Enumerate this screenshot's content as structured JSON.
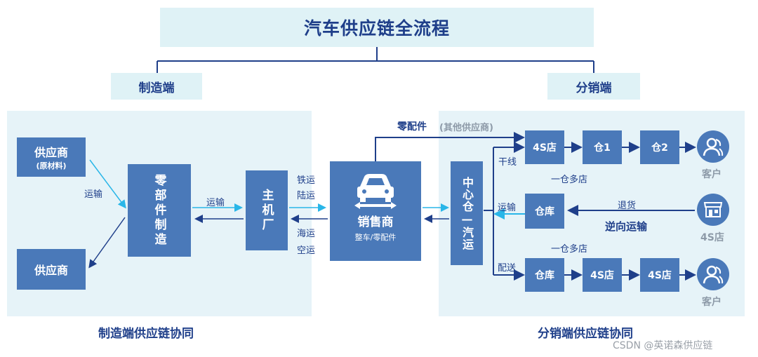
{
  "title": "汽车供应链全流程",
  "headers": {
    "manufacturing": "制造端",
    "distribution": "分销端"
  },
  "footers": {
    "manufacturing": "制造端供应链协同",
    "distribution": "分销端供应链协同"
  },
  "left": {
    "supplier1": {
      "name": "供应商",
      "sub": "(原材料)"
    },
    "supplier2": "供应商",
    "parts_mfg": "零部件制造",
    "oem": "主机厂",
    "transport1": "运输",
    "transport2": "运输",
    "modes": [
      "铁运",
      "陆运",
      "海运",
      "空运"
    ]
  },
  "seller": {
    "name": "销售商",
    "sub": "整车/零配件"
  },
  "parts_line": {
    "label": "零配件",
    "note": "(其他供应商)"
  },
  "center_wh": "中心仓—汽运",
  "right": {
    "mainline": "干线",
    "transport": "运输",
    "delivery": "配送",
    "one_to_many_1": "一仓多店",
    "one_to_many_2": "一仓多店",
    "return_label": "退货",
    "reverse_label": "逆向运输",
    "row1": [
      "4S店",
      "仓1",
      "仓2"
    ],
    "row2": "仓库",
    "row3": [
      "仓库",
      "4S店",
      "4S店"
    ],
    "customer1": "客户",
    "customer2": "客户",
    "shop": "4S店"
  },
  "watermark": "CSDN @英诺森供应链",
  "colors": {
    "block": "#4a79b9",
    "arrow": "#1f3f8a",
    "cyan": "#29b6e8",
    "panel": "#e6f3f8",
    "header": "#dff2f6"
  }
}
